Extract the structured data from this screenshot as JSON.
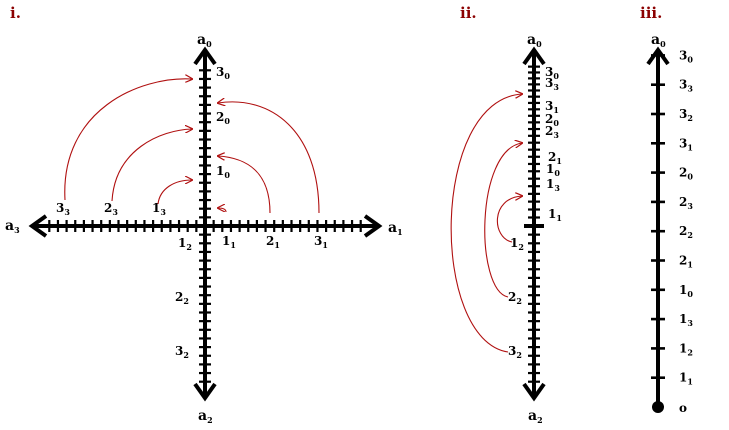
{
  "panels": {
    "i": {
      "label": "i."
    },
    "ii": {
      "label": "ii."
    },
    "iii": {
      "label": "iii."
    }
  },
  "axes": {
    "a0": {
      "base": "a",
      "sub": "0"
    },
    "a1": {
      "base": "a",
      "sub": "1"
    },
    "a2": {
      "base": "a",
      "sub": "2"
    },
    "a3": {
      "base": "a",
      "sub": "3"
    }
  },
  "panel_i": {
    "up": [
      {
        "base": "1",
        "sub": "0"
      },
      {
        "base": "2",
        "sub": "0"
      },
      {
        "base": "3",
        "sub": "0"
      }
    ],
    "right": [
      {
        "base": "1",
        "sub": "1"
      },
      {
        "base": "2",
        "sub": "1"
      },
      {
        "base": "3",
        "sub": "1"
      }
    ],
    "down": [
      {
        "base": "1",
        "sub": "2"
      },
      {
        "base": "2",
        "sub": "2"
      },
      {
        "base": "3",
        "sub": "2"
      }
    ],
    "left": [
      {
        "base": "1",
        "sub": "3"
      },
      {
        "base": "2",
        "sub": "3"
      },
      {
        "base": "3",
        "sub": "3"
      }
    ]
  },
  "panel_ii": {
    "right_labels": [
      {
        "base": "1",
        "sub": "1"
      },
      {
        "base": "1",
        "sub": "3"
      },
      {
        "base": "1",
        "sub": "0"
      },
      {
        "base": "2",
        "sub": "1"
      },
      {
        "base": "2",
        "sub": "3"
      },
      {
        "base": "2",
        "sub": "0"
      },
      {
        "base": "3",
        "sub": "1"
      },
      {
        "base": "3",
        "sub": "3"
      },
      {
        "base": "3",
        "sub": "0"
      }
    ],
    "left_labels": [
      {
        "base": "1",
        "sub": "2"
      },
      {
        "base": "2",
        "sub": "2"
      },
      {
        "base": "3",
        "sub": "2"
      }
    ]
  },
  "panel_iii": {
    "origin": "o",
    "labels": [
      {
        "base": "1",
        "sub": "1"
      },
      {
        "base": "1",
        "sub": "2"
      },
      {
        "base": "1",
        "sub": "3"
      },
      {
        "base": "1",
        "sub": "0"
      },
      {
        "base": "2",
        "sub": "1"
      },
      {
        "base": "2",
        "sub": "2"
      },
      {
        "base": "2",
        "sub": "3"
      },
      {
        "base": "2",
        "sub": "0"
      },
      {
        "base": "3",
        "sub": "1"
      },
      {
        "base": "3",
        "sub": "2"
      },
      {
        "base": "3",
        "sub": "3"
      },
      {
        "base": "3",
        "sub": "0"
      }
    ]
  },
  "colors": {
    "axis": "#000000",
    "arrow": "#b01010",
    "panel_label": "#8b0000"
  }
}
